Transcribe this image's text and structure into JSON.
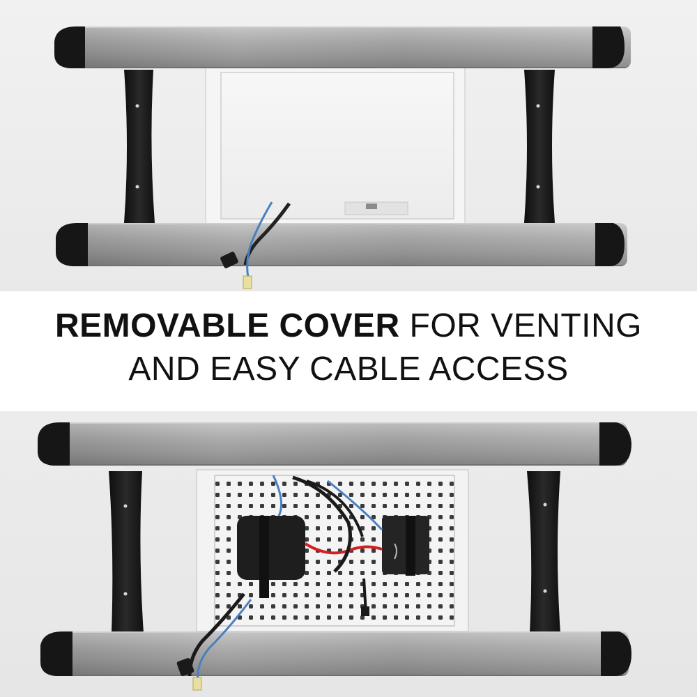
{
  "caption": {
    "line1_bold": "REMOVABLE COVER",
    "line1_regular": " FOR VENTING",
    "line2": "AND EASY CABLE ACCESS"
  },
  "colors": {
    "caption_text": "#111111",
    "caption_background": "#ffffff",
    "wall": "#ececec",
    "rail_metal": "#9a9a9a",
    "bracket": "#1c1c1c",
    "ethernet_cable": "#4a7fc0",
    "red_cable": "#d42020"
  },
  "icons": [
    "tv-mount-bracket",
    "cable-box",
    "network-switch",
    "media-player"
  ]
}
